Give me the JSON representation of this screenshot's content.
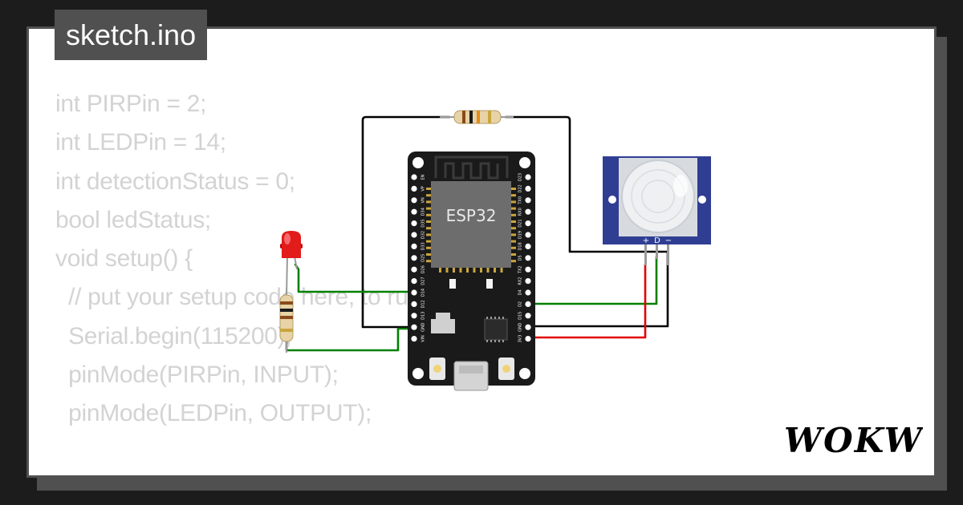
{
  "file_tab": {
    "label": "sketch.ino"
  },
  "code_lines": [
    "int PIRPin = 2;",
    "int LEDPin = 14;",
    "int detectionStatus = 0;",
    "bool ledStatus;",
    "void setup() {",
    "  // put your setup code here, to run once:",
    "  Serial.begin(115200);",
    "  pinMode(PIRPin, INPUT);",
    "  pinMode(LEDPin, OUTPUT);",
    "",
    "}"
  ],
  "esp32": {
    "label": "ESP32",
    "left_pins": [
      "EN",
      "VP",
      "VN",
      "D34",
      "D35",
      "D32",
      "D33",
      "D25",
      "D26",
      "D27",
      "D14",
      "D12",
      "D13",
      "GND",
      "VIN"
    ],
    "right_pins": [
      "D23",
      "D22",
      "TX0",
      "RX0",
      "D21",
      "D19",
      "D18",
      "D5",
      "TX2",
      "RX2",
      "D4",
      "D2",
      "D15",
      "GND",
      "3V3"
    ]
  },
  "pir": {
    "pin_labels": [
      "+",
      "D",
      "−"
    ]
  },
  "logo": {
    "text": "WOKWi"
  },
  "colors": {
    "background": "#1c1c1c",
    "frame": "#505050",
    "card": "#ffffff",
    "code_text": "#d3d3d3",
    "wire_black": "#000000",
    "wire_green": "#008000",
    "wire_red": "#e00000",
    "board": "#1a1a1a",
    "chip": "#6d6d6d",
    "pir_board": "#2f3e93"
  }
}
